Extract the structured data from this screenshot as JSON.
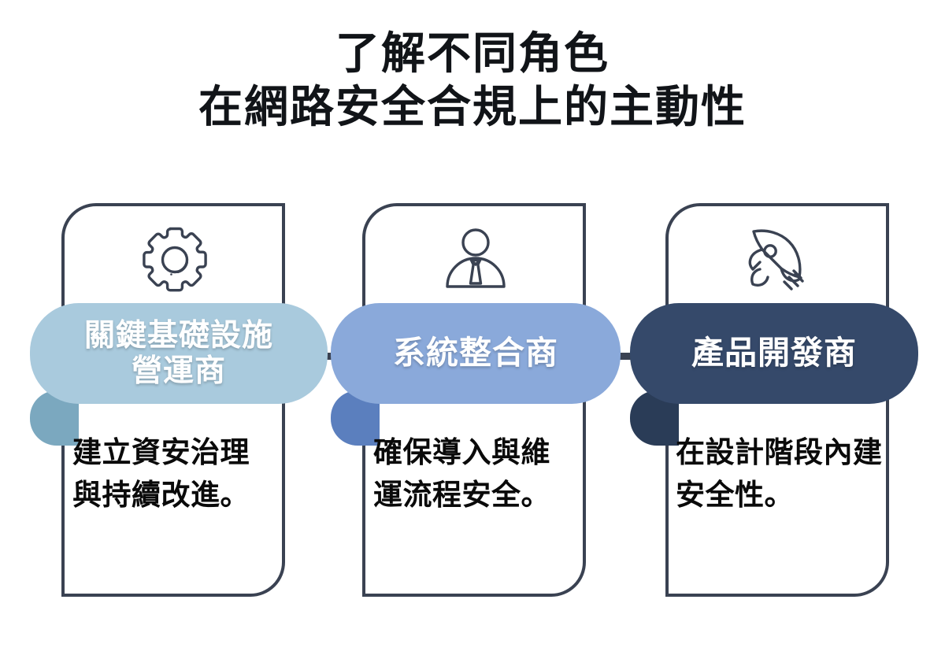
{
  "title": {
    "line1": "了解不同角色",
    "line2": "在網路安全合規上的主動性"
  },
  "colors": {
    "card_border": "#3a4252",
    "icon_stroke": "#3a4252",
    "connector": "#3a4252",
    "title_text": "#111418",
    "body_text": "#0a0a0a",
    "pill_1": "#a9cadd",
    "pill_1_tab": "#7ba8bf",
    "pill_2": "#8aa9da",
    "pill_2_tab": "#5b7fbe",
    "pill_3": "#35496a",
    "pill_3_tab": "#2a3c57",
    "pill_text": "#ffffff",
    "background": "#ffffff"
  },
  "cards": [
    {
      "icon": "gear-icon",
      "label": "關鍵基礎設施\n營運商",
      "label_line1": "關鍵基礎設施",
      "label_line2": "營運商",
      "description": "建立資安治理與持續改進。"
    },
    {
      "icon": "person-tie-icon",
      "label": "系統整合商",
      "label_line1": "系統整合商",
      "label_line2": "",
      "description": "確保導入與維運流程安全。"
    },
    {
      "icon": "rocket-icon",
      "label": "產品開發商",
      "label_line1": "產品開發商",
      "label_line2": "",
      "description": "在設計階段內建安全性。"
    }
  ]
}
